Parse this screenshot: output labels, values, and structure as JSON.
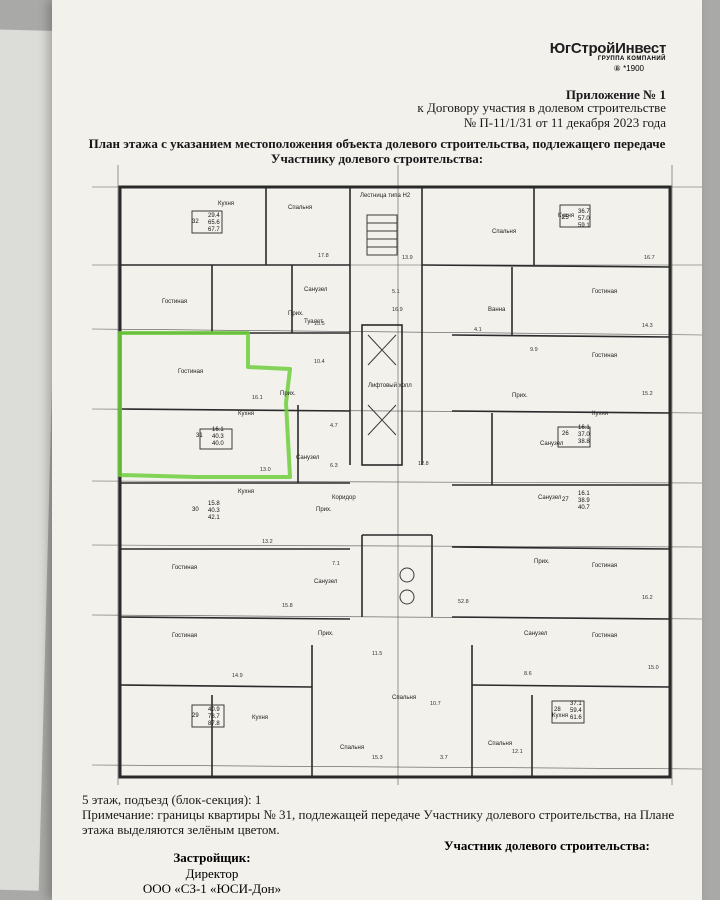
{
  "logo": {
    "title": "ЮгСтройИнвест",
    "subtitle": "ГРУППА КОМПАНИЙ",
    "code": "*1900"
  },
  "header": {
    "appendix": "Приложение № 1",
    "contract_line1": "к Договору участия в долевом строительстве",
    "contract_line2": "№ П-11/1/31 от 11 декабря 2023 года"
  },
  "title": {
    "line1": "План этажа с указанием местоположения объекта долевого строительства, подлежащего передаче",
    "line2": "Участнику долевого строительства:"
  },
  "plan": {
    "colors": {
      "highlight": "#6fcf3c",
      "wall": "#2a2a2a",
      "line": "#3c3c3c"
    },
    "labels": {
      "stair": "Лестница типа Н2",
      "lift_hall": "Лифтовый холл",
      "corridor": "Коридор",
      "kitchen": "Кухня",
      "bedroom": "Спальня",
      "living": "Гостиная",
      "hall": "Прих.",
      "bathroom": "Санузел",
      "toilet": "Туалет",
      "bath": "Ванна"
    },
    "apartments": [
      {
        "no": "32",
        "areas": [
          "29.4",
          "65.6",
          "67.7"
        ]
      },
      {
        "no": "25",
        "areas": [
          "36.7",
          "57.0",
          "59.1"
        ]
      },
      {
        "no": "31",
        "areas": [
          "16.1",
          "40.3",
          "40.0"
        ]
      },
      {
        "no": "26",
        "areas": [
          "16.1",
          "37.0",
          "38.8"
        ]
      },
      {
        "no": "30",
        "areas": [
          "15.8",
          "40.3",
          "42.1"
        ]
      },
      {
        "no": "27",
        "areas": [
          "16.1",
          "38.9",
          "40.7"
        ]
      },
      {
        "no": "29",
        "areas": [
          "40.9",
          "78.7",
          "87.8"
        ]
      },
      {
        "no": "28",
        "areas": [
          "37.1",
          "59.4",
          "61.6"
        ]
      }
    ],
    "room_areas": [
      "17.8",
      "13.9",
      "15.5",
      "10.4",
      "16.1",
      "4.7",
      "13.0",
      "6.3",
      "16.7",
      "14.3",
      "9.9",
      "15.2",
      "12.8",
      "13.2",
      "15.8",
      "7.1",
      "11.5",
      "14.9",
      "10.7",
      "15.3",
      "16.2",
      "8.6",
      "15.0",
      "12.1",
      "16.9",
      "5.1",
      "4.1",
      "52.8",
      "3.7"
    ]
  },
  "footer": {
    "floor": "5 этаж, подъезд (блок-секция): 1",
    "note1": "Примечание: границы квартиры № 31, подлежащей передаче Участнику долевого строительства, на Плане",
    "note2": "этажа выделяются зелёным цветом."
  },
  "signatures": {
    "participant": "Участник долевого строительства:",
    "developer": "Застройщик:",
    "position": "Директор",
    "company": "ООО «СЗ-1 «ЮСИ-Дон»"
  }
}
